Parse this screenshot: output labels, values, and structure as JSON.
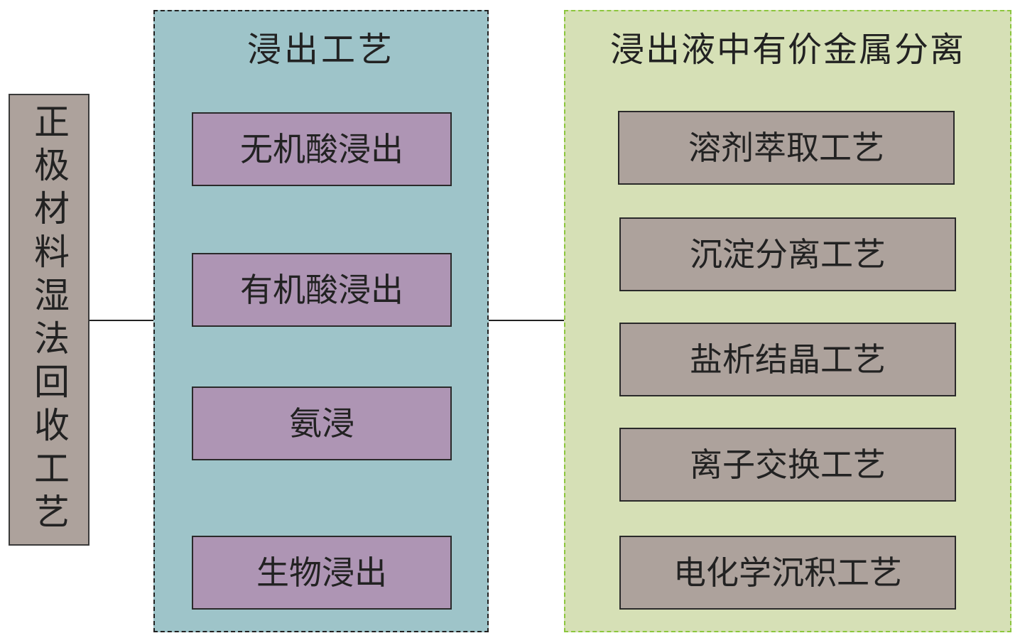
{
  "root": {
    "label": "正极材料湿法回收工艺"
  },
  "leaching": {
    "title": "浸出工艺",
    "items": [
      {
        "label": "无机酸浸出"
      },
      {
        "label": "有机酸浸出"
      },
      {
        "label": "氨浸"
      },
      {
        "label": "生物浸出"
      }
    ]
  },
  "separation": {
    "title": "浸出液中有价金属分离",
    "items": [
      {
        "label": "溶剂萃取工艺"
      },
      {
        "label": "沉淀分离工艺"
      },
      {
        "label": "盐析结晶工艺"
      },
      {
        "label": "离子交换工艺"
      },
      {
        "label": "电化学沉积工艺"
      }
    ]
  },
  "colors": {
    "root_fill": "#ada29c",
    "leaching_fill": "#9ec4c9",
    "leaching_item_fill": "#ae95b4",
    "separation_fill": "#d6e0b6",
    "separation_border": "#8cc63e",
    "separation_item_fill": "#ada29c"
  }
}
